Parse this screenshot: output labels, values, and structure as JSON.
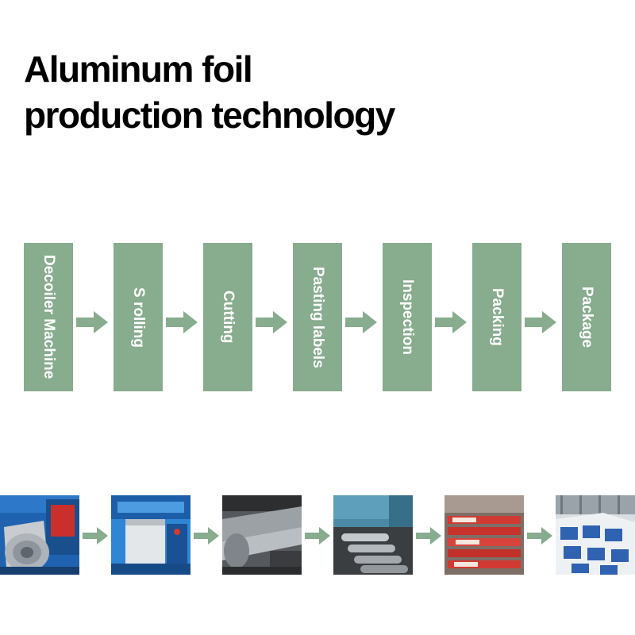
{
  "title": {
    "line1": "Aluminum foil",
    "line2": "production technology"
  },
  "colors": {
    "step_box": "#88ac8e",
    "arrow": "#88ac8e",
    "title": "#000000",
    "background": "#ffffff"
  },
  "steps": [
    {
      "label": "Decoiler Machine"
    },
    {
      "label": "S rolling"
    },
    {
      "label": "Cutting"
    },
    {
      "label": "Pasting labels"
    },
    {
      "label": "Inspection"
    },
    {
      "label": "Packing"
    },
    {
      "label": "Package"
    }
  ],
  "photos": [
    {
      "subject": "decoiler-machine-photo"
    },
    {
      "subject": "s-rolling-photo"
    },
    {
      "subject": "cutting-photo"
    },
    {
      "subject": "foil-rolls-photo"
    },
    {
      "subject": "labelled-boxes-photo"
    },
    {
      "subject": "packaged-cartons-photo"
    }
  ]
}
